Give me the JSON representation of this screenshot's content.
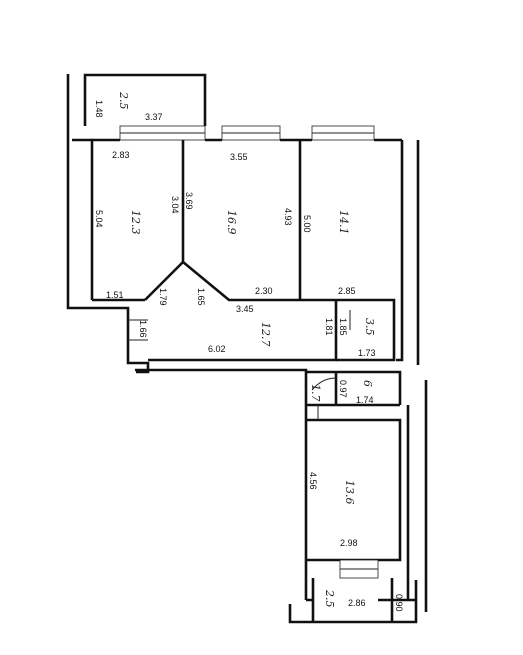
{
  "rooms": [
    {
      "id": "balcony_top",
      "area": "2.5",
      "dims": [
        "1.48",
        "3.37"
      ]
    },
    {
      "id": "room_left",
      "area": "12.3",
      "dims": [
        "2.83",
        "5.04",
        "3.04",
        "1.51"
      ]
    },
    {
      "id": "room_middle",
      "area": "16.9",
      "dims": [
        "3.55",
        "3.69",
        "4.93",
        "2.30"
      ]
    },
    {
      "id": "room_right",
      "area": "14.1",
      "dims": [
        "5.00",
        "2.85"
      ]
    },
    {
      "id": "hall",
      "area": "12.7",
      "dims": [
        "1.79",
        "1.65",
        "3.45",
        "1.66",
        "6.02",
        "1.81"
      ]
    },
    {
      "id": "bath",
      "area": "3.5",
      "dims": [
        "1.85",
        "1.73"
      ]
    },
    {
      "id": "closet_small",
      "area": "1.7",
      "dims": []
    },
    {
      "id": "wc",
      "area": "6",
      "dims": [
        "0.97",
        "1.74"
      ]
    },
    {
      "id": "kitchen",
      "area": "13.6",
      "dims": [
        "4.56",
        "2.98"
      ]
    },
    {
      "id": "balcony_bottom",
      "area": "2.5",
      "dims": [
        "0.90",
        "2.86"
      ]
    }
  ]
}
